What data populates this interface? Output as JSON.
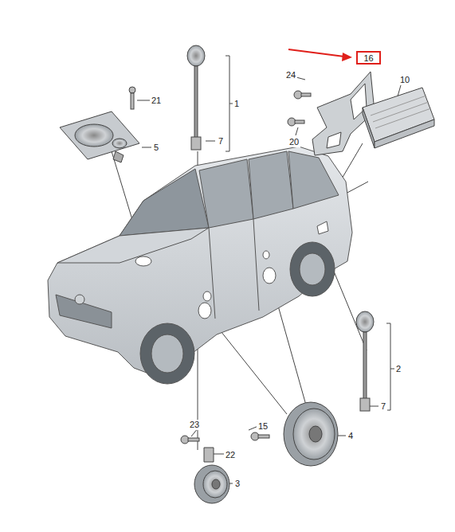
{
  "diagram": {
    "nodes": [
      {
        "text": [
          "16"
        ]
      }
    ],
    "labels": [
      "21",
      "1",
      "7",
      "5",
      "24",
      "10",
      "20",
      "2",
      "7",
      "4",
      "15",
      "23",
      "22",
      "3"
    ]
  }
}
